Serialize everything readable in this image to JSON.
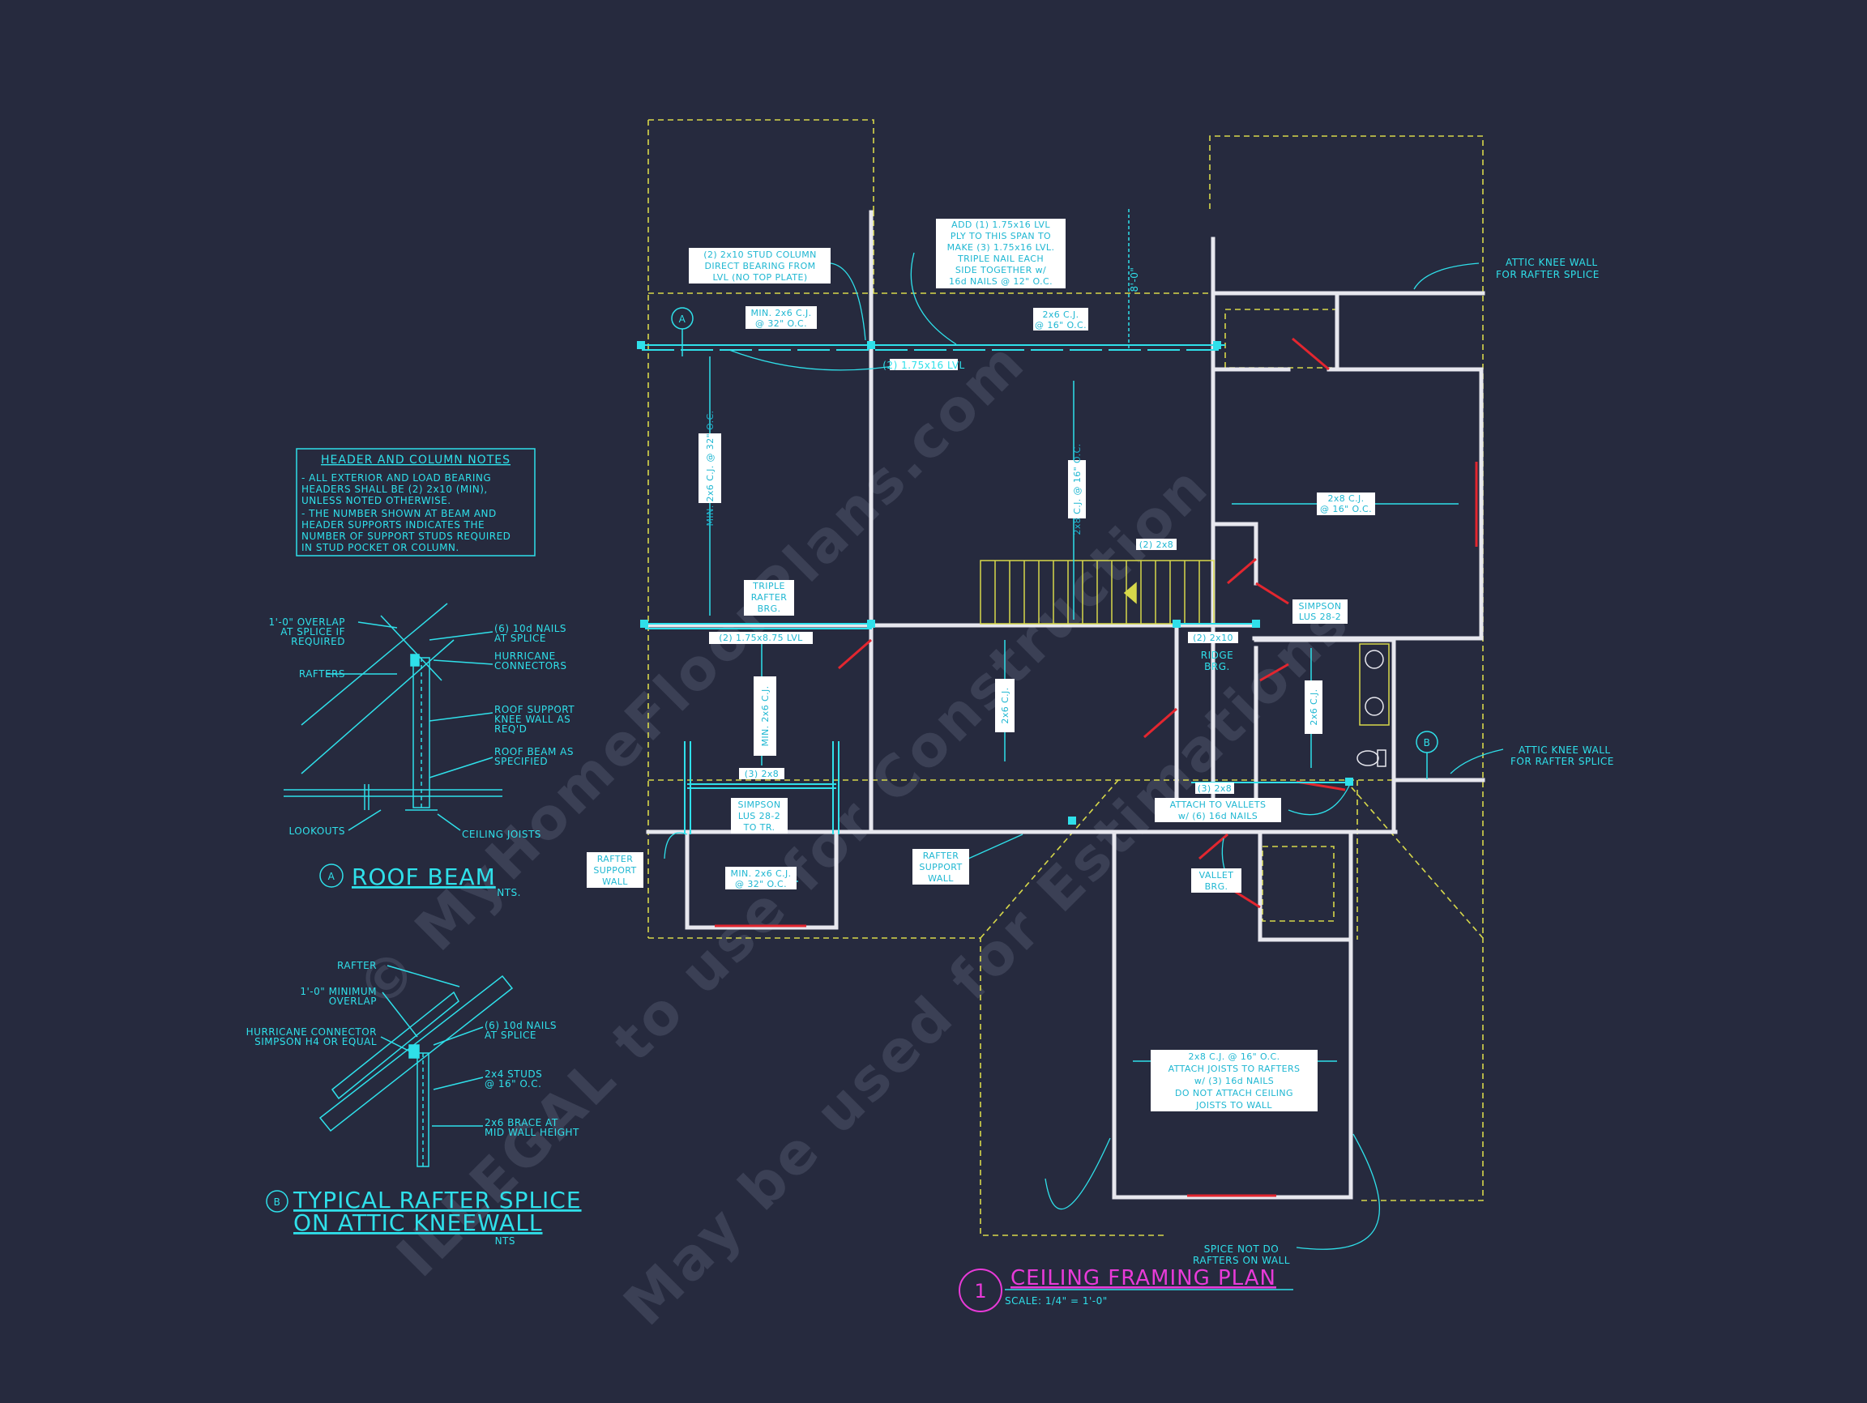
{
  "colors": {
    "background": "#262a3e",
    "annotation": "#2fe0ea",
    "walls": "#e7e7ee",
    "dashed_outline": "#d7d84a",
    "doors": "#e3262f",
    "plan_title": "#e83ad8",
    "label_box": "#ffffff",
    "stairs": "#d7d84a"
  },
  "watermark": {
    "line1": "© MyHomeFloorPlans.com",
    "line2": "ILLEGAL to use for Construction",
    "line3": "May be used for Estimations"
  },
  "plan": {
    "title": "CEILING FRAMING PLAN",
    "number": "1",
    "scale": "SCALE: 1/4\" = 1'-0\""
  },
  "header_notes": {
    "title": "HEADER AND COLUMN NOTES",
    "lines": [
      "- ALL EXTERIOR AND LOAD BEARING",
      "HEADERS SHALL BE (2) 2x10 (MIN),",
      "UNLESS NOTED OTHERWISE.",
      "- THE NUMBER SHOWN AT BEAM AND",
      "HEADER SUPPORTS INDICATES THE",
      "NUMBER OF SUPPORT STUDS REQUIRED",
      "IN STUD POCKET OR COLUMN."
    ]
  },
  "detail_a": {
    "marker": "A",
    "title": "ROOF BEAM",
    "nts": "NTS.",
    "labels": {
      "overlap1": "1'-0\" OVERLAP",
      "overlap2": "AT SPLICE IF",
      "overlap3": "REQUIRED",
      "rafters": "RAFTERS",
      "nails1": "(6) 10d NAILS",
      "nails2": "AT SPLICE",
      "hurricane1": "HURRICANE",
      "hurricane2": "CONNECTORS",
      "knee1": "ROOF SUPPORT",
      "knee2": "KNEE WALL AS",
      "knee3": "REQ'D",
      "beam1": "ROOF BEAM AS",
      "beam2": "SPECIFIED",
      "lookouts": "LOOKOUTS",
      "ceiling_joists": "CEILING JOISTS"
    }
  },
  "detail_b": {
    "marker": "B",
    "title1": "TYPICAL RAFTER SPLICE",
    "title2": "ON ATTIC KNEEWALL",
    "nts": "NTS",
    "labels": {
      "rafter": "RAFTER",
      "overlap1": "1'-0\" MINIMUM",
      "overlap2": "OVERLAP",
      "hurricane1": "HURRICANE CONNECTOR",
      "hurricane2": "SIMPSON H4 OR EQUAL",
      "nails1": "(6) 10d NAILS",
      "nails2": "AT SPLICE",
      "studs1": "2x4 STUDS",
      "studs2": "@ 16\" O.C.",
      "brace1": "2x6 BRACE AT",
      "brace2": "MID WALL HEIGHT"
    }
  },
  "callouts": {
    "stud_column": [
      "(2) 2x10 STUD COLUMN",
      "DIRECT BEARING FROM",
      "LVL (NO TOP PLATE)"
    ],
    "add_lvl": [
      "ADD (1) 1.75x16 LVL",
      "PLY TO THIS SPAN TO",
      "MAKE (3) 1.75x16 LVL.",
      "TRIPLE NAIL EACH",
      "SIDE TOGETHER w/",
      "16d NAILS @ 12\" O.C."
    ],
    "dim_8": "8'-0\"",
    "min_2x6_top": [
      "MIN. 2x6 C.J.",
      "@ 32\" O.C."
    ],
    "cj_2x6_16": [
      "2x6 C.J.",
      "@ 16\" O.C."
    ],
    "lvl_2_16": "(2) 1.75x16 LVL",
    "knee_wall_a": [
      "ATTIC KNEE WALL",
      "FOR RAFTER SPLICE"
    ],
    "knee_wall_b": [
      "ATTIC KNEE WALL",
      "FOR RAFTER SPLICE"
    ],
    "min_2x6_vert": "MIN. 2x6 C.J. @ 32\" O.C.",
    "cj_2x8_vert": "2x8 C.J. @ 16\" O.C.",
    "cj_2x8_right": [
      "2x8 C.J.",
      "@ 16\" O.C."
    ],
    "triple_rafter": [
      "TRIPLE",
      "RAFTER",
      "BRG."
    ],
    "lvl_2_875": "(2) 1.75x8.75 LVL",
    "two_2x8": "(2) 2x8",
    "simpson_lus": [
      "SIMPSON",
      "LUS 28-2"
    ],
    "two_2x10": "(2) 2x10",
    "ridge_brg": [
      "RIDGE",
      "BRG."
    ],
    "min_2x6_mid": "MIN. 2x6 C.J.",
    "cj_mid": "2x6 C.J.",
    "cj_right_small": "2x6 C.J.",
    "three_2x8": "(3) 2x8",
    "simpson_lus_tr": [
      "SIMPSON",
      "LUS 28-2",
      "TO TR."
    ],
    "three_2x8_b": "(3) 2x8",
    "attach_vallets": [
      "ATTACH TO VALLETS",
      "w/ (6) 16d NAILS"
    ],
    "rafter_support_l": [
      "RAFTER",
      "SUPPORT",
      "WALL"
    ],
    "rafter_support_m": [
      "RAFTER",
      "SUPPORT",
      "WALL"
    ],
    "min_2x6_low": [
      "MIN. 2x6 C.J.",
      "@ 32\" O.C."
    ],
    "vallet_brg": [
      "VALLET",
      "BRG."
    ],
    "garage_cj": [
      "2x8 C.J. @ 16\" O.C.",
      "ATTACH JOISTS TO RAFTERS",
      "w/ (3) 16d NAILS",
      "DO NOT ATTACH CEILING",
      "JOISTS TO WALL"
    ],
    "splice": [
      "SPICE NOT DO",
      "RAFTERS ON WALL"
    ],
    "beam_a": "A",
    "beam_b": "B"
  }
}
